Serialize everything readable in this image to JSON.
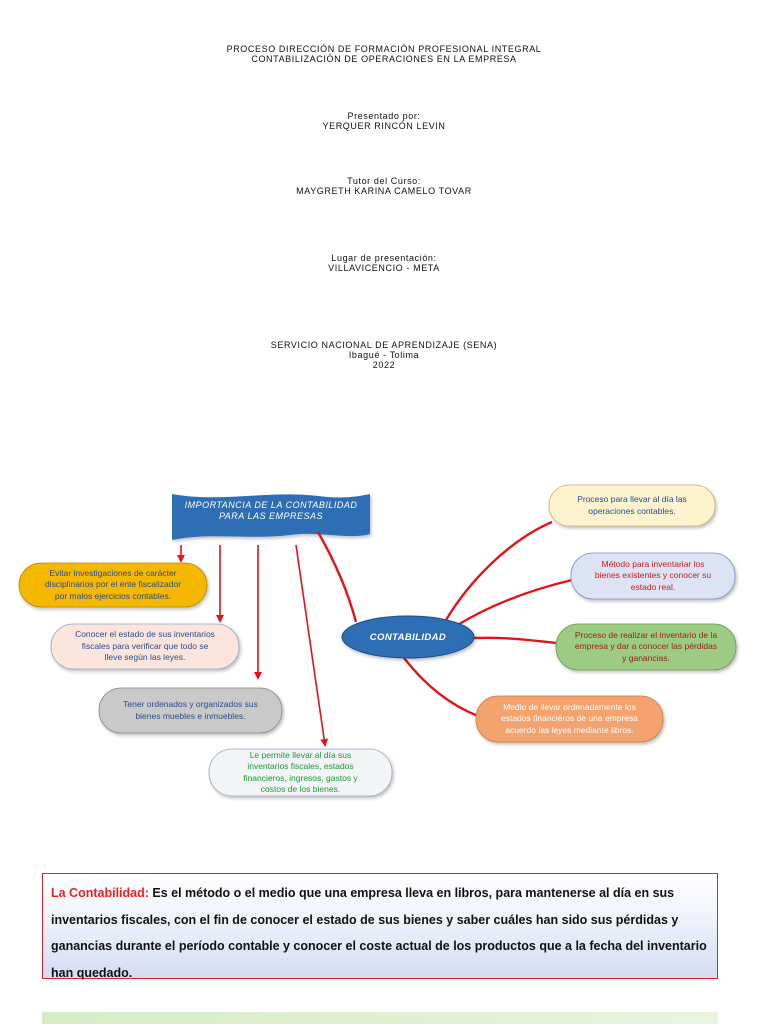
{
  "cover": {
    "line1": "PROCESO DIRECCIÓN DE FORMACIÓN PROFESIONAL INTEGRAL",
    "line2": "CONTABILIZACIÓN DE OPERACIONES EN LA EMPRESA",
    "presented_label": "Presentado por:",
    "presenter": "YERQUER RINCÓN LEVIN",
    "tutor_label": "Tutor del Curso:",
    "tutor": "MAYGRETH KARINA CAMELO TOVAR",
    "place_label": "Lugar de presentación:",
    "place": "VILLAVICENCIO - META",
    "institution": "SERVICIO NACIONAL DE APRENDIZAJE (SENA)",
    "city": "Ibagué - Tolima",
    "year": "2022"
  },
  "diagram": {
    "banner_line1": "IMPORTANCIA DE LA CONTABILIDAD",
    "banner_line2": "PARA LAS EMPRESAS",
    "center": "CONTABILIDAD",
    "importance": [
      {
        "lines": [
          "Evitar investigaciones de carácter",
          "disciplinarios por el ente fiscalizador",
          "por malos ejercicios contables."
        ],
        "text_color": "#2a4d8f"
      },
      {
        "lines": [
          "Conocer el estado de sus inventarios",
          "fiscales para verificar que todo se",
          "lleve según las leyes."
        ],
        "text_color": "#2a4d8f"
      },
      {
        "lines": [
          "Tener ordenados y organizados sus",
          "bienes muebles e inmuebles."
        ],
        "text_color": "#2a4d8f"
      },
      {
        "lines": [
          "Le permite llevar al día sus",
          "inventarios fiscales, estados",
          "financieros, ingresos, gastos y",
          "costos de los bienes."
        ],
        "text_color": "#1a9a3a"
      }
    ],
    "definitions": [
      {
        "lines": [
          "Proceso para llevar al día las",
          "operaciones contables."
        ],
        "text_color": "#2a4d8f"
      },
      {
        "lines": [
          "Método para inventariar los",
          "bienes existentes y conocer su",
          "estado real."
        ],
        "text_color": "#d11a1a"
      },
      {
        "lines": [
          "Proceso de realizar el inventario de la",
          "empresa y dar a conocer las pérdidas",
          "y ganancias."
        ],
        "text_color": "#9b1c1c"
      },
      {
        "lines": [
          "Medio de llevar ordenadamente los",
          "estados financieros de una empresa",
          "acuerdo las leyes mediante libros."
        ],
        "text_color": "#ffffff"
      }
    ]
  },
  "definition": {
    "term": "La Contabilidad:",
    "text": " Es el método o el medio que una empresa lleva en libros, para mantenerse al día en sus inventarios fiscales, con el fin de conocer el estado de sus bienes y saber cuáles han sido sus pérdidas y ganancias durante el período contable y conocer el coste actual de los productos que a la fecha del inventario han quedado."
  },
  "colors": {
    "arrow": "#e0151b",
    "banner": "#2f6eb5",
    "center": "#2f6eb5",
    "yellow_bubble": "#f5b800",
    "peach_bubble": "#fbe5dc",
    "gray_bubble": "#c9c9c9",
    "light_bubble": "#f2f4f5",
    "cream_bubble": "#fdf3cf",
    "blue_bubble": "#dbe3f5",
    "green_bubble": "#9ccc84",
    "orange_bubble": "#f4a26e"
  }
}
